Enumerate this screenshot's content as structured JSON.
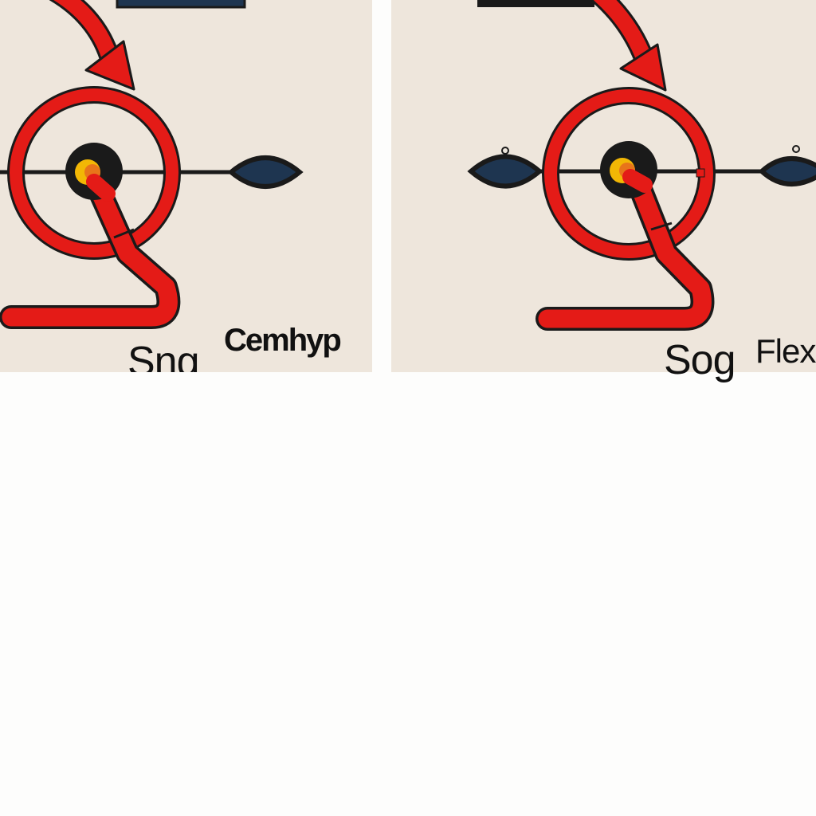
{
  "labels": {
    "left_primary": "Sng",
    "left_secondary": "Cemhyp",
    "right_primary": "Sog",
    "right_secondary": "Flex"
  },
  "colors": {
    "panel_background": "#eee6dc",
    "page_background": "#fdfdfc",
    "ring_red": "#e41b17",
    "outline": "#1a1a1a",
    "navy": "#1e3550",
    "hub_yellow": "#f2b705",
    "hub_orange": "#e8751a",
    "text": "#111111"
  },
  "icons": [
    "curved-arrow-icon",
    "ring-icon",
    "hub-icon",
    "lens-weight-icon",
    "hook-pipe-icon"
  ]
}
